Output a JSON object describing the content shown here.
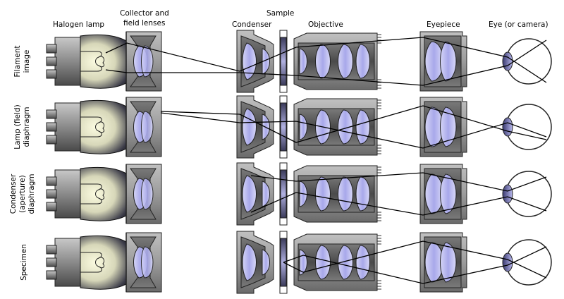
{
  "headers": {
    "halogen_lamp": "Halogen lamp",
    "collector_line1": "Collector and",
    "collector_line2": "field lenses",
    "sample": "Sample",
    "condenser": "Condenser",
    "objective": "Objective",
    "eyepiece": "Eyepiece",
    "eye": "Eye (or camera)"
  },
  "rows": [
    {
      "id": "filament",
      "label_lines": [
        "Filament",
        "image"
      ]
    },
    {
      "id": "lamp-diaphragm",
      "label_lines": [
        "Lamp (field)",
        "diaphragm"
      ]
    },
    {
      "id": "condenser-diaphragm",
      "label_lines": [
        "Condenser",
        "(aperture)",
        "diaphragm"
      ]
    },
    {
      "id": "specimen",
      "label_lines": [
        "Specimen"
      ]
    }
  ],
  "colors": {
    "lens_glass": "#b9b9ee",
    "housing": "#9a9a9a",
    "housing_dark": "#5c5c5c",
    "bulb_glow": "#fbfbe0"
  }
}
